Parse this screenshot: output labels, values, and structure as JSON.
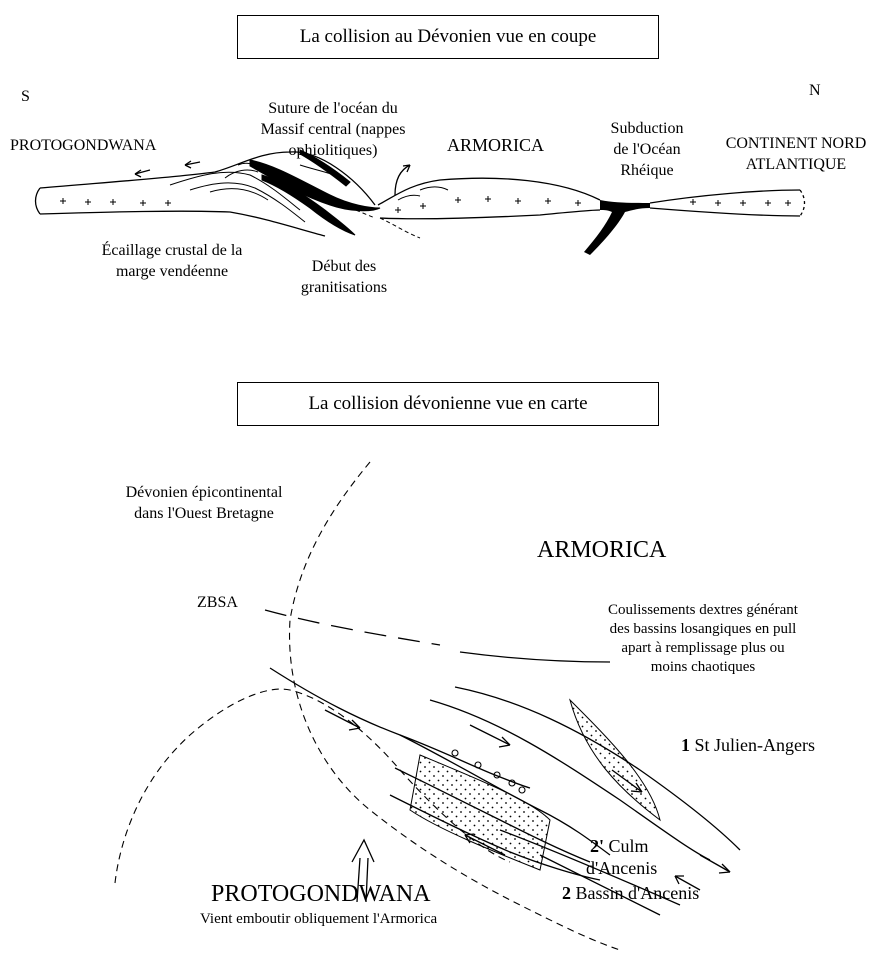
{
  "section1": {
    "title": "La collision au Dévonien vue en coupe",
    "compass_south": "S",
    "compass_north": "N",
    "protogondwana": "PROTOGONDWANA",
    "suture": [
      "Suture de l'océan du",
      "Massif central (nappes",
      "ophiolitiques)"
    ],
    "armorica": "ARMORICA",
    "subduction": [
      "Subduction",
      "de l'Océan",
      "Rhéique"
    ],
    "continent": [
      "CONTINENT NORD",
      "ATLANTIQUE"
    ],
    "ecaillage": [
      "Écaillage crustal de la",
      "marge vendéenne"
    ],
    "debut": [
      "Début des",
      "granitisations"
    ]
  },
  "section2": {
    "title": "La collision dévonienne vue en carte",
    "devonien": [
      "Dévonien épicontinental",
      "dans l'Ouest Bretagne"
    ],
    "armorica": "ARMORICA",
    "zbsa": "ZBSA",
    "coulissements": [
      "Coulissements dextres générant",
      "des bassins losangiques en pull",
      "apart à remplissage plus ou",
      "moins chaotiques"
    ],
    "stjulien_num": "1",
    "stjulien_text": "St Julien-Angers",
    "culm_num": "2'",
    "culm_text1": "Culm",
    "culm_text2": "d'Ancenis",
    "bassin_num": "2",
    "bassin_text": "Bassin d'Ancenis",
    "protogondwana": "PROTOGONDWANA",
    "vient": "Vient emboutir obliquement l'Armorica"
  }
}
